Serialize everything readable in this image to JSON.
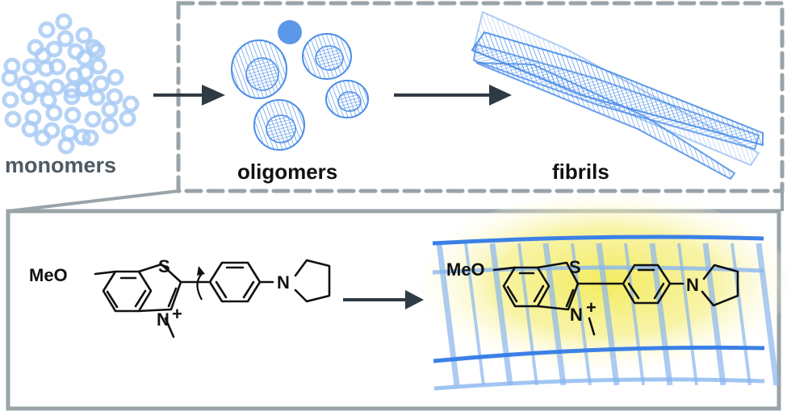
{
  "figure": {
    "stages": [
      {
        "id": "monomers",
        "label": "monomers"
      },
      {
        "id": "oligomers",
        "label": "oligomers"
      },
      {
        "id": "fibrils",
        "label": "fibrils"
      }
    ],
    "molecule": {
      "substituent": "MeO",
      "sulfur": "S",
      "nitrogen_cation": "N",
      "charge": "+",
      "amine_nitrogen": "N"
    },
    "colors": {
      "protein_blue": "#4a8de8",
      "monomer_blue": "#a9cbf4",
      "dye_glow": "#f4ee7a",
      "arrow": "#2e3a44",
      "frame_gray": "#9aa3a8",
      "monomer_label": "#4f5a63"
    }
  }
}
